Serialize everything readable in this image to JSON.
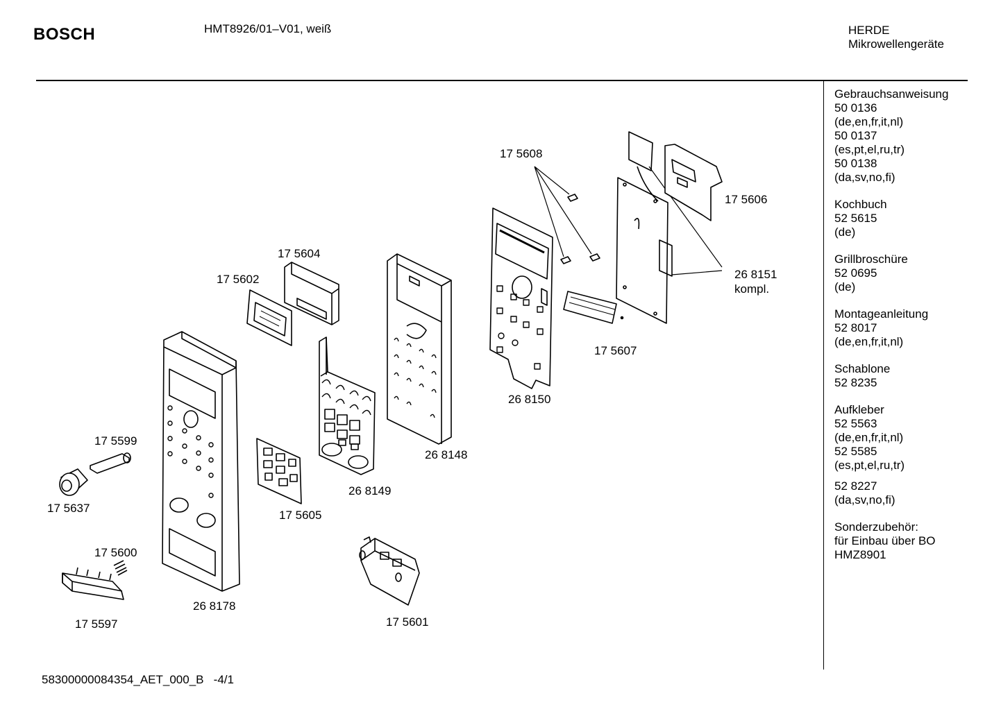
{
  "header": {
    "brand": "BOSCH",
    "model": "HMT8926/01–V01, weiß",
    "category_line1": "HERDE",
    "category_line2": "Mikrowellengeräte"
  },
  "sidebar": [
    {
      "title": "Gebrauchsanweisung",
      "lines": [
        "50 0136",
        "(de,en,fr,it,nl)",
        "50 0137",
        "(es,pt,el,ru,tr)",
        "50 0138",
        "(da,sv,no,fi)"
      ]
    },
    {
      "title": "Kochbuch",
      "lines": [
        "52 5615",
        "(de)"
      ]
    },
    {
      "title": "Grillbroschüre",
      "lines": [
        "52 0695",
        "(de)"
      ]
    },
    {
      "title": "Montageanleitung",
      "lines": [
        "52 8017",
        "(de,en,fr,it,nl)"
      ]
    },
    {
      "title": "Schablone",
      "lines": [
        "52 8235"
      ]
    },
    {
      "title": "Aufkleber",
      "lines": [
        "52 5563",
        "(de,en,fr,it,nl)",
        "52 5585",
        "(es,pt,el,ru,tr)",
        "52 8227",
        "(da,sv,no,fi)"
      ]
    },
    {
      "title": "Sonderzubehör:",
      "lines": [
        "für Einbau über BO",
        "HMZ8901"
      ]
    }
  ],
  "parts": {
    "p175608": "17 5608",
    "p175606": "17 5606",
    "p268151": "26 8151",
    "p268151_note": "kompl.",
    "p175604": "17 5604",
    "p175602": "17 5602",
    "p175607": "17 5607",
    "p268150": "26 8150",
    "p268148": "26 8148",
    "p175599": "17 5599",
    "p268149": "26 8149",
    "p175637": "17 5637",
    "p175605": "17 5605",
    "p175600": "17 5600",
    "p268178": "26 8178",
    "p175597": "17 5597",
    "p175601": "17 5601"
  },
  "footer": {
    "doc_id": "58300000084354_AET_000_B",
    "page": "-4/1"
  }
}
